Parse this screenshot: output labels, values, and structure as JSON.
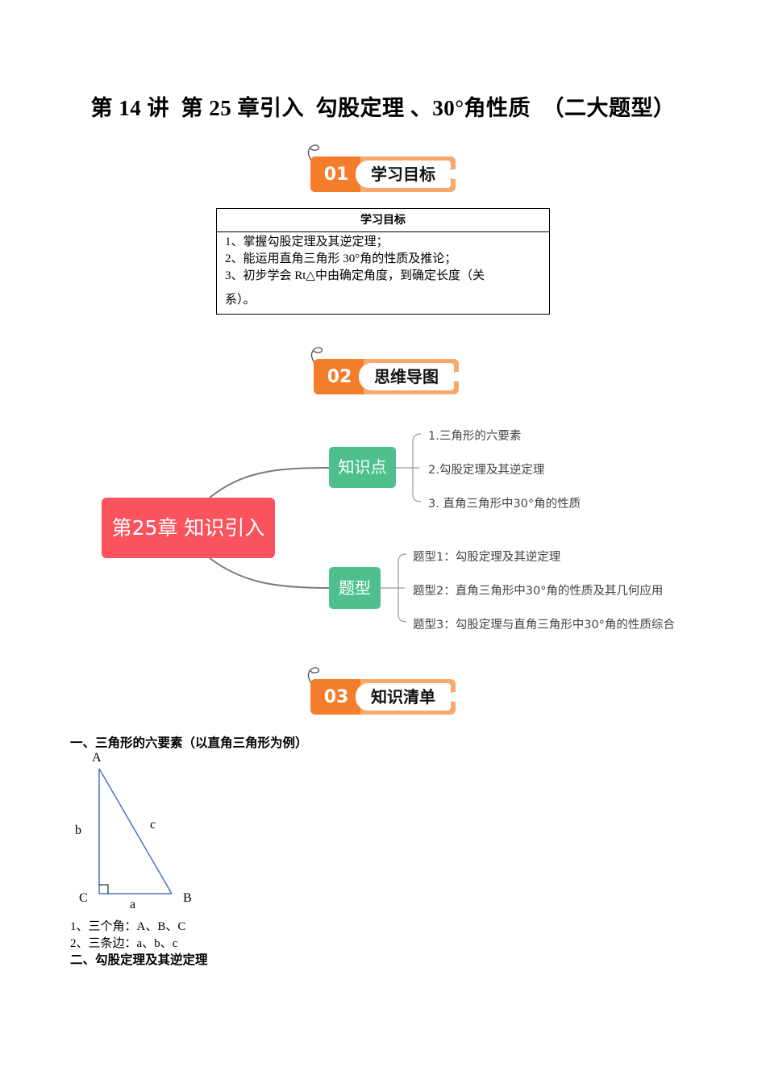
{
  "document": {
    "title": "第 14 讲  第 25 章引入  勾股定理 、30°角性质  （二大题型）"
  },
  "sections": [
    {
      "num": "01",
      "label": "学习目标"
    },
    {
      "num": "02",
      "label": "思维导图"
    },
    {
      "num": "03",
      "label": "知识清单"
    }
  ],
  "objectives": {
    "header": "学习目标",
    "items": [
      "1、掌握勾股定理及其逆定理；",
      "2、能运用直角三角形 30°角的性质及推论；",
      "3、初步学会 Rt△中由确定角度，到确定长度（关",
      "系）。"
    ]
  },
  "mindmap": {
    "root": "第25章 知识引入",
    "branches": [
      {
        "label": "知识点",
        "children": [
          "1.三角形的六要素",
          "2.勾股定理及其逆定理",
          "3. 直角三角形中30°角的性质"
        ]
      },
      {
        "label": "题型",
        "children": [
          "题型1：勾股定理及其逆定理",
          "题型2：直角三角形中30°角的性质及其几何应用",
          "题型3：勾股定理与直角三角形中30°角的性质综合"
        ]
      }
    ],
    "colors": {
      "root": "#f9545d",
      "node": "#4fc08d",
      "line": "#7a7a7a"
    }
  },
  "knowledge": {
    "heading1": "一、三角形的六要素（以直角三角形为例）",
    "triangle": {
      "vertices": {
        "A": "A",
        "B": "B",
        "C": "C"
      },
      "sides": {
        "a": "a",
        "b": "b",
        "c": "c"
      },
      "line_color": "#4a72c4"
    },
    "points": [
      "1、三个角：A、B、C",
      "2、三条边：a、b、c"
    ],
    "heading2": "二、勾股定理及其逆定理"
  }
}
